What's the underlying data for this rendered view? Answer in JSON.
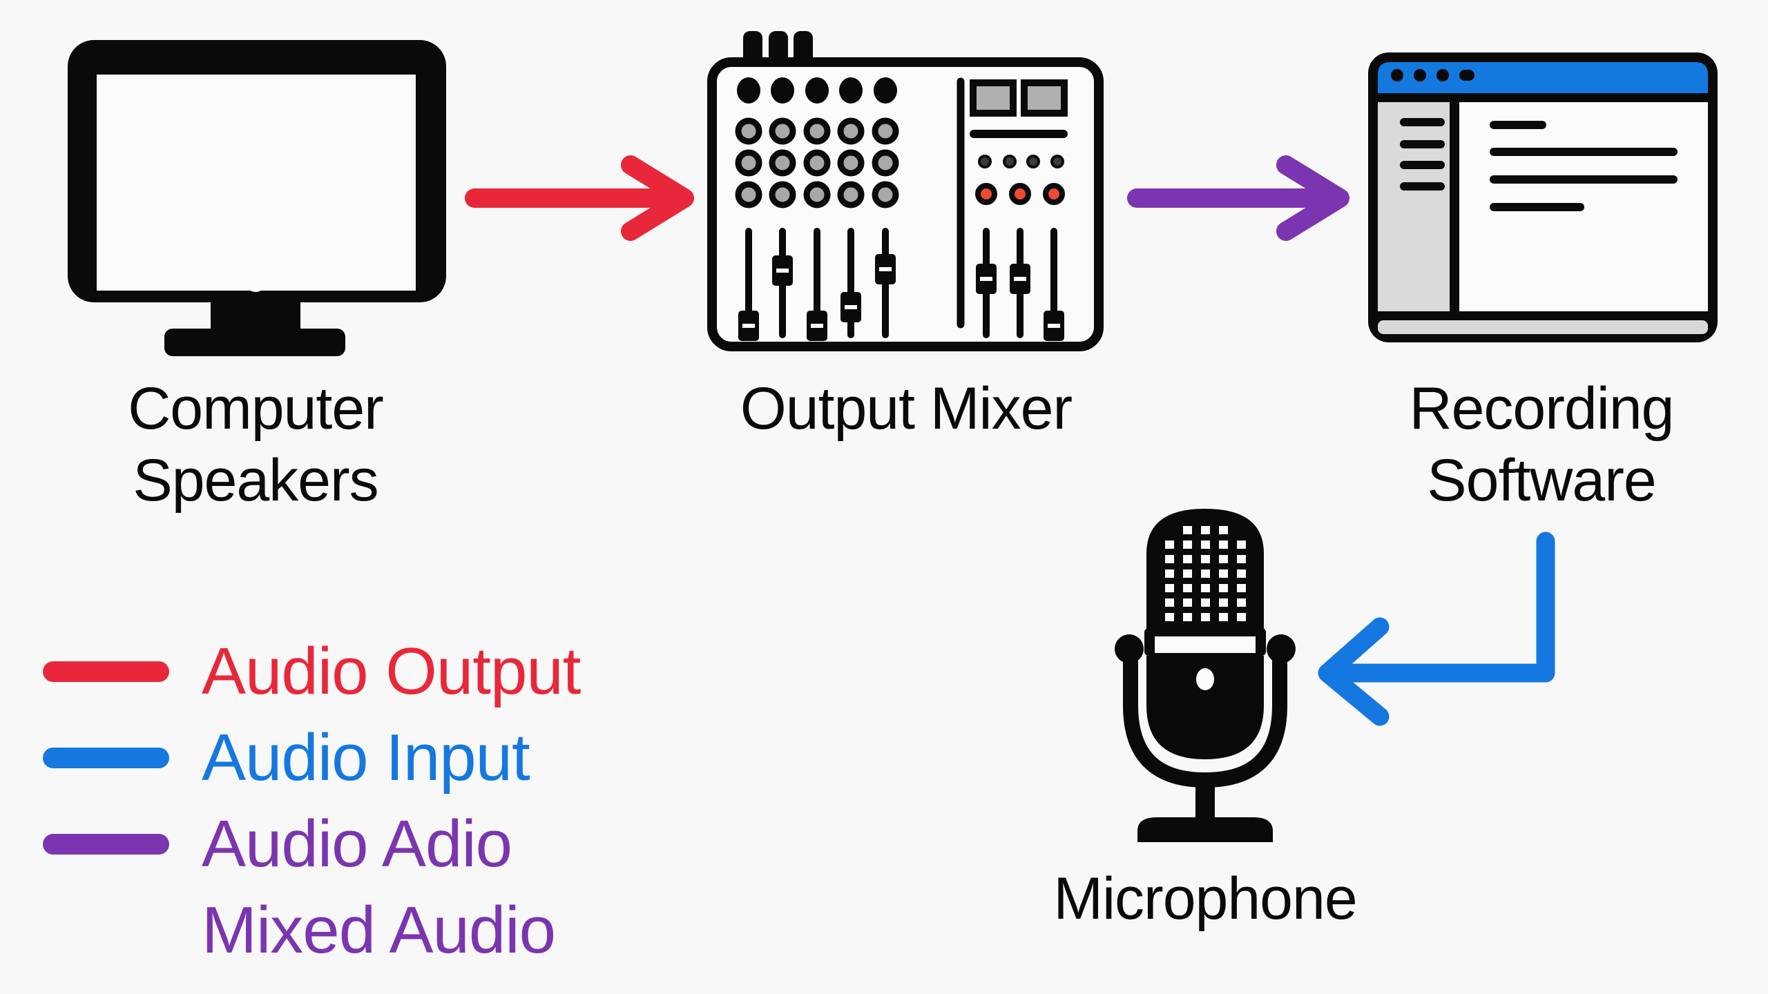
{
  "diagram": {
    "title": "Audio Routing Diagram",
    "nodes": [
      {
        "id": "computer",
        "label_lines": [
          "Computer",
          "Speakers"
        ],
        "icon": "monitor-icon"
      },
      {
        "id": "mixer",
        "label_lines": [
          "Output Mixer"
        ],
        "icon": "audio-mixer-icon"
      },
      {
        "id": "software",
        "label_lines": [
          "Recording",
          "Software"
        ],
        "icon": "app-window-icon"
      },
      {
        "id": "microphone",
        "label_lines": [
          "Microphone"
        ],
        "icon": "microphone-icon"
      }
    ],
    "edges": [
      {
        "from": "computer",
        "to": "mixer",
        "type": "Audio Output",
        "color": "#e8283a"
      },
      {
        "from": "mixer",
        "to": "software",
        "type": "Mixed Audio",
        "color": "#7b35b0"
      },
      {
        "from": "software",
        "to": "microphone",
        "type": "Audio Input",
        "color": "#1478e0"
      }
    ]
  },
  "colors": {
    "audio_output": "#e8283a",
    "audio_input": "#1478e0",
    "mixed_audio": "#7b35b0",
    "icon_stroke": "#0a0a0a",
    "window_titlebar": "#1479de",
    "panel_gray": "#dcdcdc",
    "knob_gray": "#a8a8a8",
    "led_red": "#f04a32"
  },
  "legend": {
    "items": [
      {
        "label": "Audio Output",
        "color": "#e8283a",
        "has_swatch": true
      },
      {
        "label": "Audio Input",
        "color": "#1478e0",
        "has_swatch": true
      },
      {
        "label": "Audio Adio",
        "color": "#7b35b0",
        "has_swatch": true
      },
      {
        "label": "Mixed Audio",
        "color": "#7b35b0",
        "has_swatch": false
      }
    ]
  }
}
